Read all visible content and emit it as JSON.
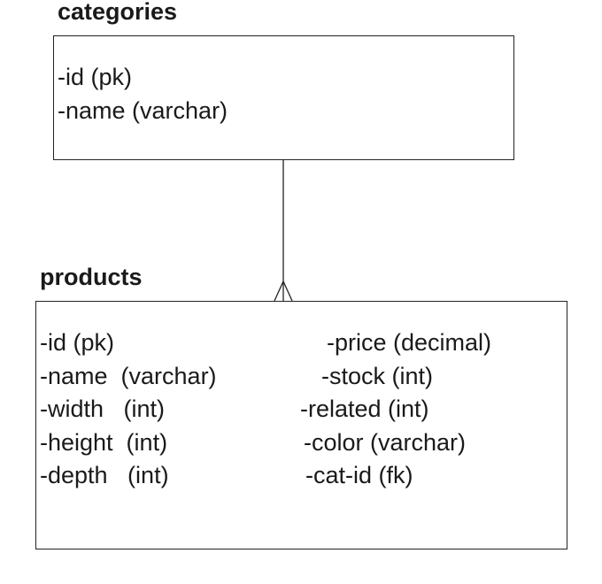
{
  "categories": {
    "title": "categories",
    "fields": [
      "-id (pk)",
      "-name (varchar)"
    ]
  },
  "products": {
    "title": "products",
    "fields_left": [
      "-id (pk)",
      "-name  (varchar)",
      "-width   (int)",
      "-height  (int)",
      "-depth   (int)"
    ],
    "fields_right": [
      "-price (decimal)",
      "-stock (int)",
      "-related (int)",
      "-color (varchar)",
      "-cat-id (fk)"
    ]
  },
  "relationship": {
    "from": "categories",
    "to": "products",
    "cardinality": "one-to-many"
  },
  "colors": {
    "line": "#222222",
    "text": "#1a1a1a"
  }
}
